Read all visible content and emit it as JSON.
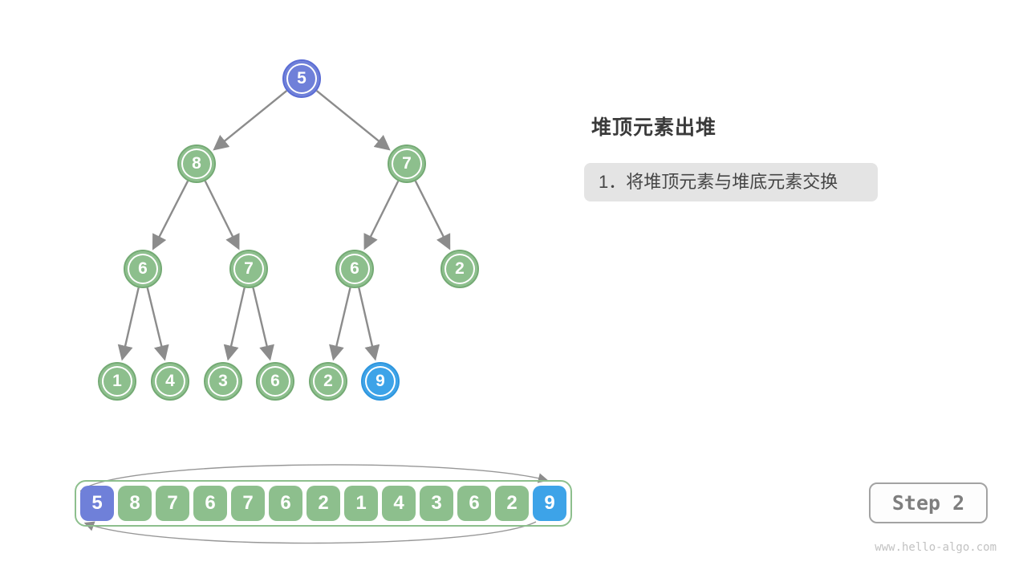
{
  "panel": {
    "title": "堆顶元素出堆",
    "note": "1．将堆顶元素与堆底元素交换"
  },
  "step_badge": {
    "label": "Step 2"
  },
  "watermark": {
    "text": "www.hello-algo.com"
  },
  "colors": {
    "node_green": "#8dbf8d",
    "node_green_border": "#74aa74",
    "node_purple": "#6f80d9",
    "node_purple_border": "#5a6cd4",
    "node_blue": "#3da3e8",
    "node_blue_border": "#2d95dd",
    "edge_gray": "#8c8c8c",
    "note_background": "#e4e4e4"
  },
  "tree": {
    "nodes": [
      {
        "value": "5",
        "variant": "purple"
      },
      {
        "value": "8",
        "variant": "green"
      },
      {
        "value": "7",
        "variant": "green"
      },
      {
        "value": "6",
        "variant": "green"
      },
      {
        "value": "7",
        "variant": "green"
      },
      {
        "value": "6",
        "variant": "green"
      },
      {
        "value": "2",
        "variant": "green"
      },
      {
        "value": "1",
        "variant": "green"
      },
      {
        "value": "4",
        "variant": "green"
      },
      {
        "value": "3",
        "variant": "green"
      },
      {
        "value": "6",
        "variant": "green"
      },
      {
        "value": "2",
        "variant": "green"
      },
      {
        "value": "9",
        "variant": "blue"
      }
    ]
  },
  "array": {
    "cells": [
      {
        "value": "5",
        "variant": "purple"
      },
      {
        "value": "8",
        "variant": "green"
      },
      {
        "value": "7",
        "variant": "green"
      },
      {
        "value": "6",
        "variant": "green"
      },
      {
        "value": "7",
        "variant": "green"
      },
      {
        "value": "6",
        "variant": "green"
      },
      {
        "value": "2",
        "variant": "green"
      },
      {
        "value": "1",
        "variant": "green"
      },
      {
        "value": "4",
        "variant": "green"
      },
      {
        "value": "3",
        "variant": "green"
      },
      {
        "value": "6",
        "variant": "green"
      },
      {
        "value": "2",
        "variant": "green"
      },
      {
        "value": "9",
        "variant": "blue"
      }
    ]
  }
}
